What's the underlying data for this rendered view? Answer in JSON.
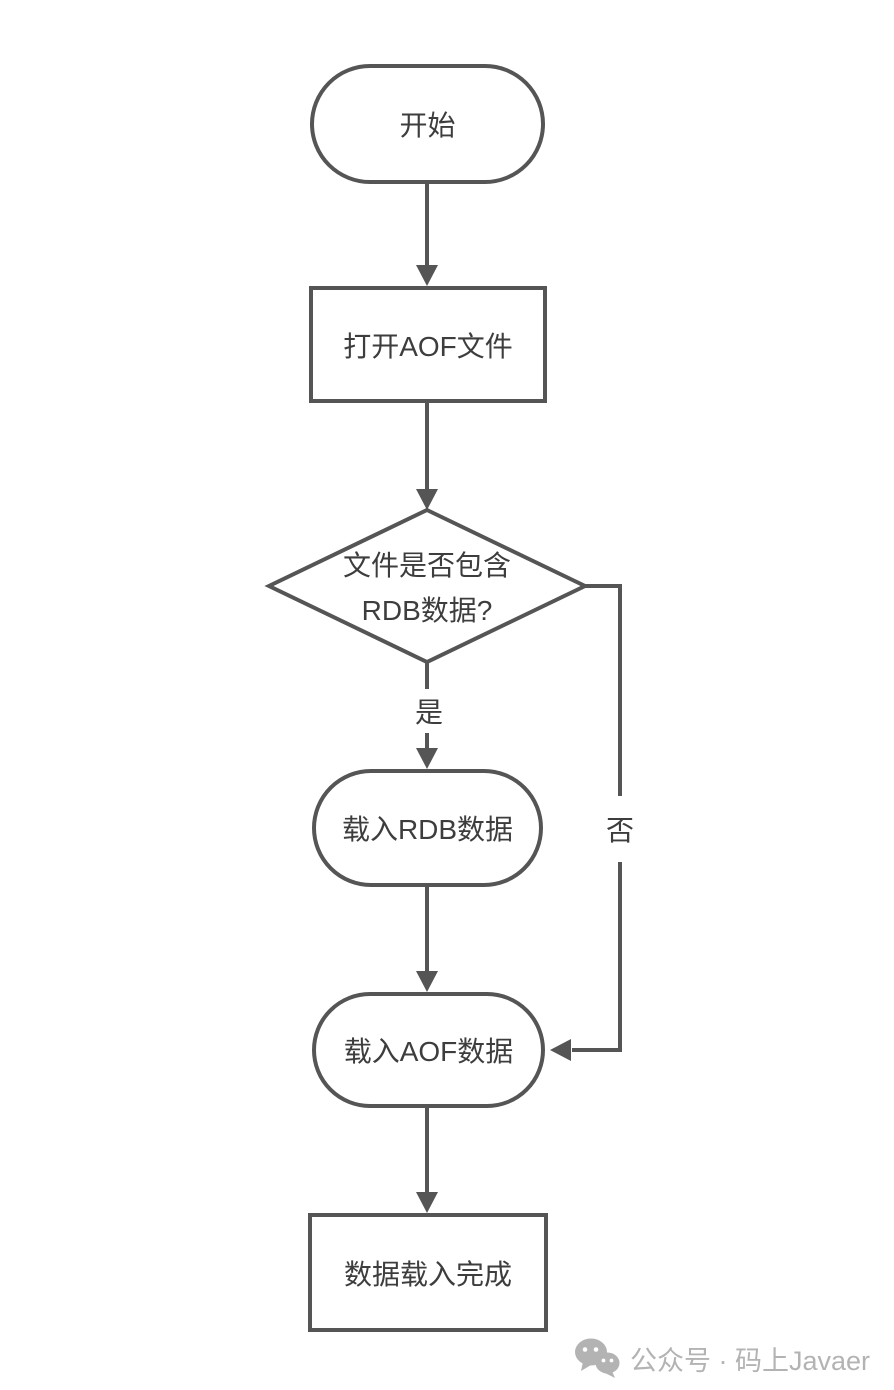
{
  "flowchart": {
    "nodes": {
      "start": {
        "label": "开始",
        "shape": "stadium"
      },
      "open_aof_file": {
        "label": "打开AOF文件",
        "shape": "rect"
      },
      "rdb_check": {
        "line1": "文件是否包含",
        "line2": "RDB数据?",
        "shape": "diamond"
      },
      "load_rdb": {
        "label": "载入RDB数据",
        "shape": "stadium"
      },
      "load_aof": {
        "label": "载入AOF数据",
        "shape": "stadium"
      },
      "load_complete": {
        "label": "数据载入完成",
        "shape": "rect"
      }
    },
    "edges": {
      "yes_label": "是",
      "no_label": "否"
    },
    "colors": {
      "stroke": "#555555",
      "node_text": "#3d3d3d",
      "background": "#ffffff",
      "watermark": "#b3b3b3"
    }
  },
  "watermark": {
    "icon": "wechat-icon",
    "text": "公众号 · 码上Javaer"
  }
}
